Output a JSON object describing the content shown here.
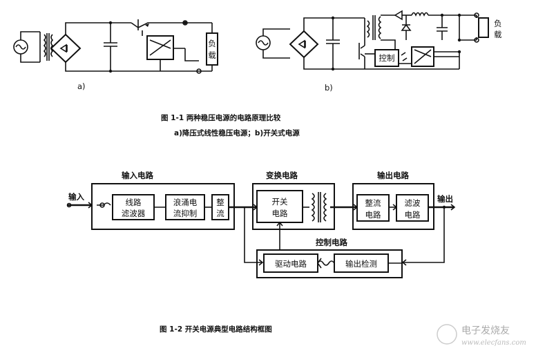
{
  "fig1": {
    "sub_a": "a)",
    "sub_b": "b)",
    "load_a": "负\n载",
    "load_b": "负\n载",
    "control_b": "控制",
    "caption_1": "图 1-1  两种稳压电源的电路原理比较",
    "caption_2": "a)降压式线性稳压电源；b)开关式电源"
  },
  "fig2": {
    "input_label": "输入",
    "output_label": "输出",
    "input_circuit_title": "输入电路",
    "conversion_title": "变换电路",
    "output_circuit_title": "输出电路",
    "control_title": "控制电路",
    "blocks": {
      "line_filter": "线路\n滤波器",
      "surge": "浪涌电\n流抑制",
      "rectify": "整\n流",
      "switch": "开关\n电路",
      "rect_circuit": "整流\n电路",
      "filter_circuit": "滤波\n电路",
      "driver": "驱动电路",
      "detect": "输出检测"
    },
    "caption": "图 1-2  开关电源典型电路结构框图"
  },
  "watermark": {
    "line1": "电子发烧友",
    "line2": "www.elecfans.com"
  }
}
